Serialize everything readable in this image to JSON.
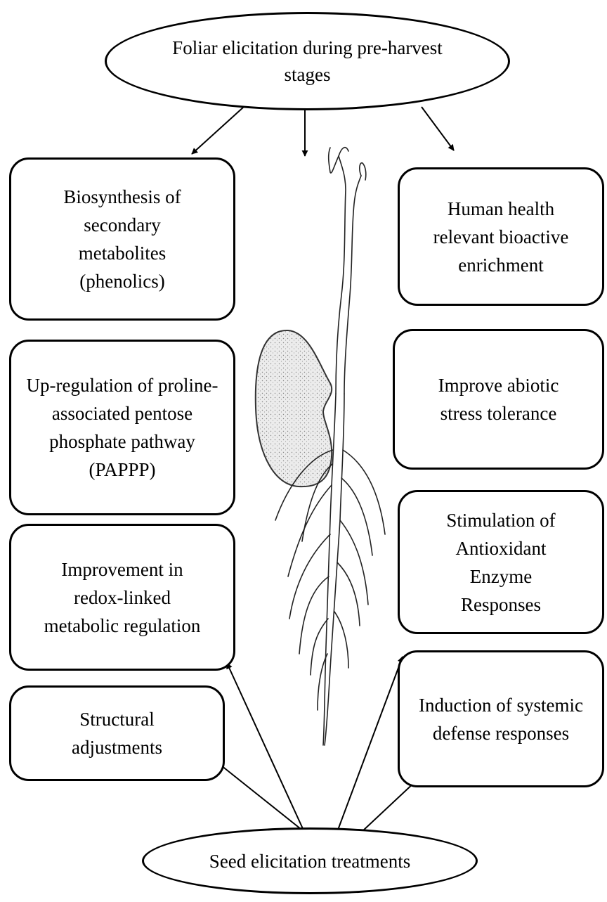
{
  "top_node": {
    "text": "Foliar elicitation during pre-harvest stages"
  },
  "bottom_node": {
    "text": "Seed elicitation treatments"
  },
  "boxes": {
    "biosynthesis": "Biosynthesis of secondary metabolites (phenolics)",
    "human_health": "Human health relevant bioactive enrichment",
    "upregulation": "Up-regulation of proline-associated pentose phosphate pathway (PAPPP)",
    "abiotic_stress": "Improve abiotic stress tolerance",
    "redox": "Improvement in redox-linked metabolic regulation",
    "antioxidant": "Stimulation of Antioxidant Enzyme Responses",
    "structural": "Structural adjustments",
    "defense": "Induction of systemic defense responses"
  },
  "colors": {
    "stroke": "#000000",
    "background": "#ffffff",
    "seed_fill": "#e6e6e6"
  }
}
